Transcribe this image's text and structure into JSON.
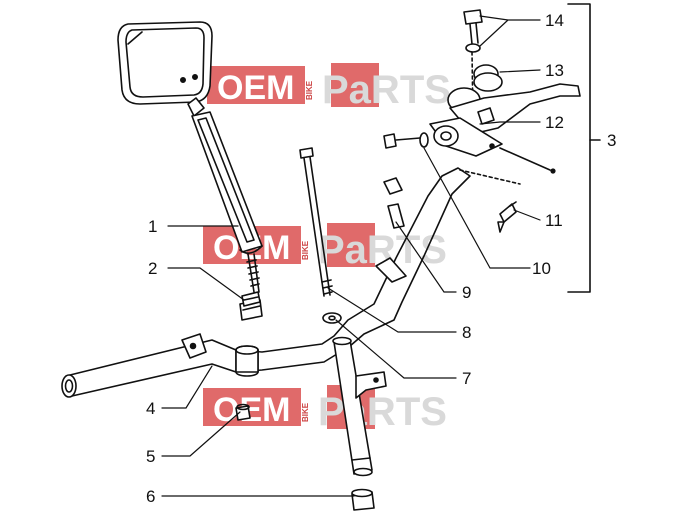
{
  "watermark": {
    "oem_text": "OEM",
    "bike_text": "BIKE",
    "parts_text": "PaRTS",
    "colors": {
      "red": "#e06a6a",
      "grey": "#d9d9d9"
    }
  },
  "callouts": [
    "1",
    "2",
    "3",
    "4",
    "5",
    "6",
    "7",
    "8",
    "9",
    "10",
    "11",
    "12",
    "13",
    "14"
  ],
  "line_color": "#111111"
}
